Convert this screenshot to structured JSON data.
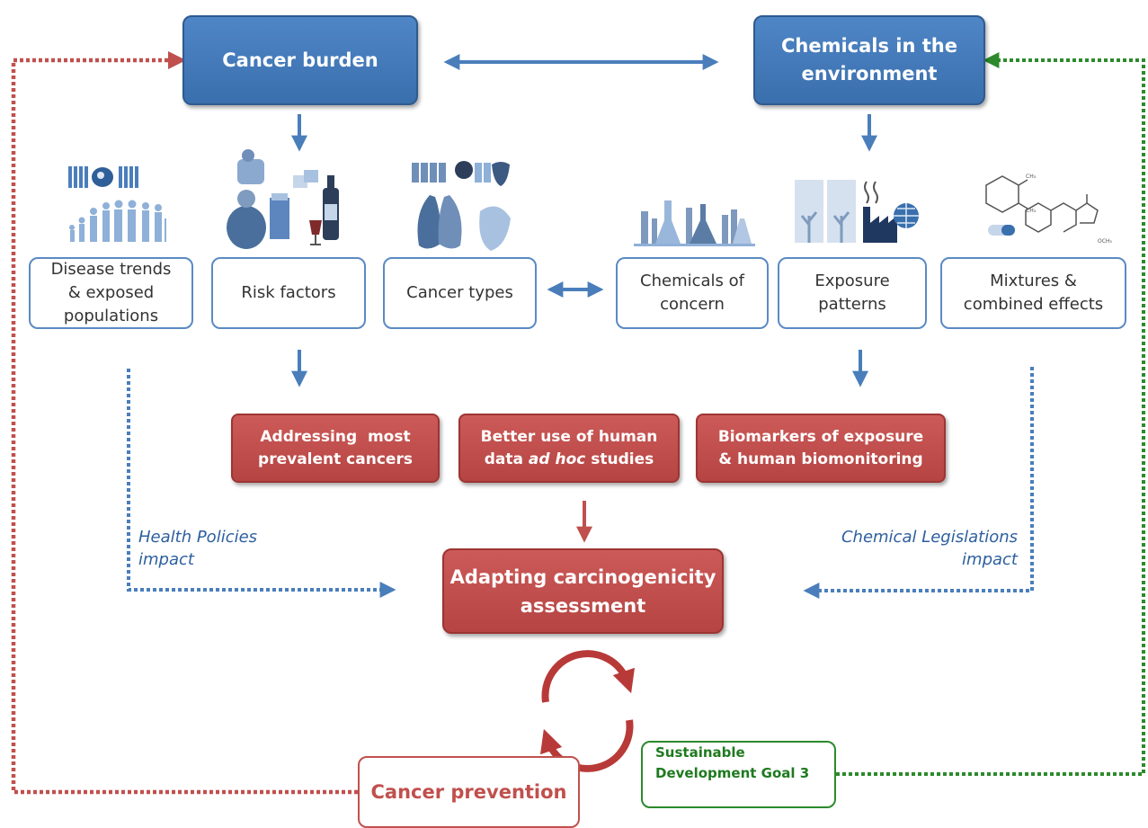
{
  "nodes": {
    "cancer_burden": "Cancer burden",
    "chemicals_env": [
      "Chemicals in the",
      "environment"
    ],
    "disease_trends": [
      "Disease trends",
      "& exposed",
      "populations"
    ],
    "risk_factors": "Risk factors",
    "cancer_types": "Cancer types",
    "chemicals_concern": [
      "Chemicals of",
      "concern"
    ],
    "exposure_patterns": [
      "Exposure",
      "patterns"
    ],
    "mixtures": [
      "Mixtures &",
      "combined effects"
    ],
    "addressing": [
      "Addressing  most",
      "prevalent cancers"
    ],
    "better_use": [
      "Better use of human",
      "data ",
      "ad hoc",
      " studies"
    ],
    "biomarkers": [
      "Biomarkers of exposure",
      "& human biomonitoring"
    ],
    "adapting": [
      "Adapting carcinogenicity",
      "assessment"
    ],
    "prevention": "Cancer prevention",
    "sdg": [
      "Sustainable",
      "Development Goal 3"
    ]
  },
  "labels": {
    "health": [
      "Health Policies",
      "impact"
    ],
    "chemical": [
      "Chemical Legislations",
      "impact"
    ]
  },
  "icons": [
    "population-icon",
    "lifestyle-icon",
    "organs-icon",
    "lab-glassware-icon",
    "factory-icon",
    "molecule-icon"
  ],
  "colors": {
    "blue": "#3a6fad",
    "red": "#c0504d",
    "green": "#2c8a2c",
    "box_border": "#5b8ac4",
    "arrow_blue": "#4a7ebb"
  }
}
